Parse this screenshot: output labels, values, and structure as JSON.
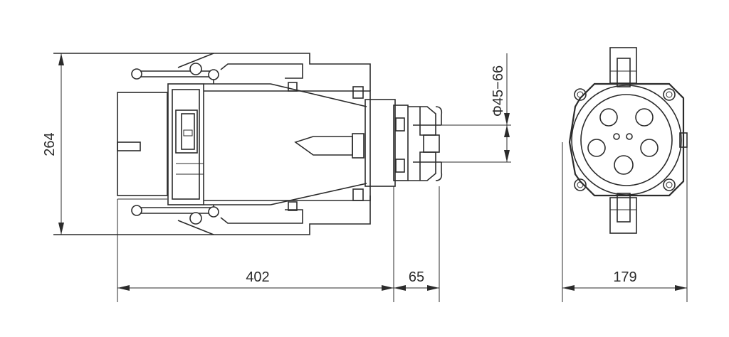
{
  "dimensions": {
    "height": "264",
    "length_body": "402",
    "length_gland": "65",
    "width_face": "179",
    "cable_diameter": "Φ45−66"
  }
}
